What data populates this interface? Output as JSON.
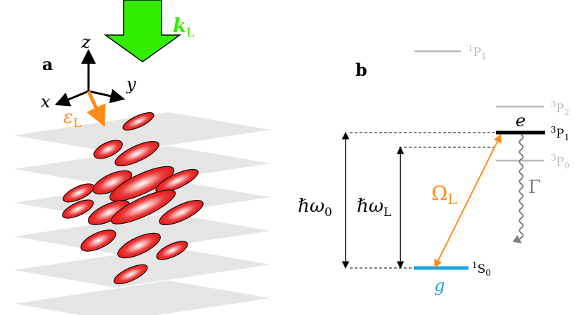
{
  "panel_a": {
    "label": "a",
    "laser_k": {
      "symbol": "k",
      "sub": "L",
      "color": "#33ee00"
    },
    "axes": {
      "x": "x",
      "y": "y",
      "z": "z"
    },
    "polarization": {
      "symbol": "ε",
      "sub": "L",
      "color": "#ff8c1a"
    },
    "lattice": {
      "planes": 6,
      "plane_color": "#e0e0e0",
      "atom_color": "#ee2222"
    }
  },
  "panel_b": {
    "label": "b",
    "levels": {
      "1P1": {
        "main": "1",
        "letter": "P",
        "sub": "1",
        "faded": true
      },
      "3P2": {
        "main": "3",
        "letter": "P",
        "sub": "2",
        "faded": true
      },
      "3P1": {
        "main": "3",
        "letter": "P",
        "sub": "1",
        "state": "e",
        "faded": false
      },
      "3P0": {
        "main": "3",
        "letter": "P",
        "sub": "0",
        "faded": true
      },
      "1S0": {
        "main": "1",
        "letter": "S",
        "sub": "0",
        "state": "g",
        "faded": false
      }
    },
    "omega0": {
      "prefix": "ℏω",
      "sub": "0"
    },
    "omegaL": {
      "prefix": "ℏω",
      "sub": "L"
    },
    "rabi": {
      "symbol": "Ω",
      "sub": "L",
      "color": "#ff8c1a"
    },
    "decay": {
      "symbol": "Γ"
    },
    "colors": {
      "ground": "#1aa3e0",
      "excited": "#000000",
      "faded": "#b8b8b8",
      "decay": "#808080"
    }
  }
}
